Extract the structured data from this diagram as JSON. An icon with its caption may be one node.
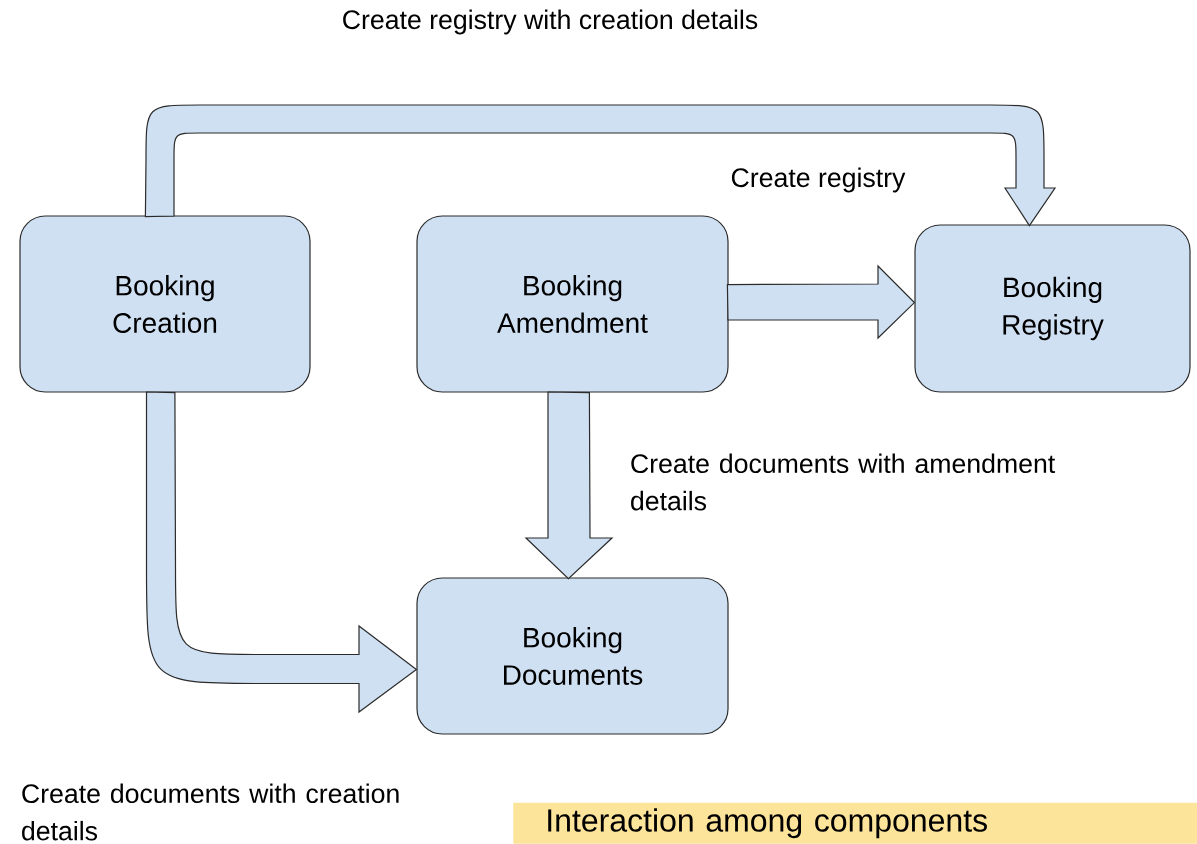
{
  "diagram": {
    "caption": "Interaction among components",
    "nodes": [
      {
        "text": [
          "Booking Creation"
        ]
      },
      {
        "text": [
          "Booking Amendment"
        ]
      },
      {
        "text": [
          "Booking Registry"
        ]
      },
      {
        "text": [
          "Booking Documents"
        ]
      }
    ],
    "edges": [
      {
        "from": 0,
        "to": 2,
        "arrow": "to",
        "label": "Create registry with creation details"
      },
      {
        "from": 1,
        "to": 2,
        "arrow": "to",
        "label": "Create registry"
      },
      {
        "from": 1,
        "to": 3,
        "arrow": "to",
        "label": "Create documents with amendment details"
      },
      {
        "from": 0,
        "to": 3,
        "arrow": "to"
      }
    ],
    "labels": [
      "Create documents with creation details"
    ]
  }
}
